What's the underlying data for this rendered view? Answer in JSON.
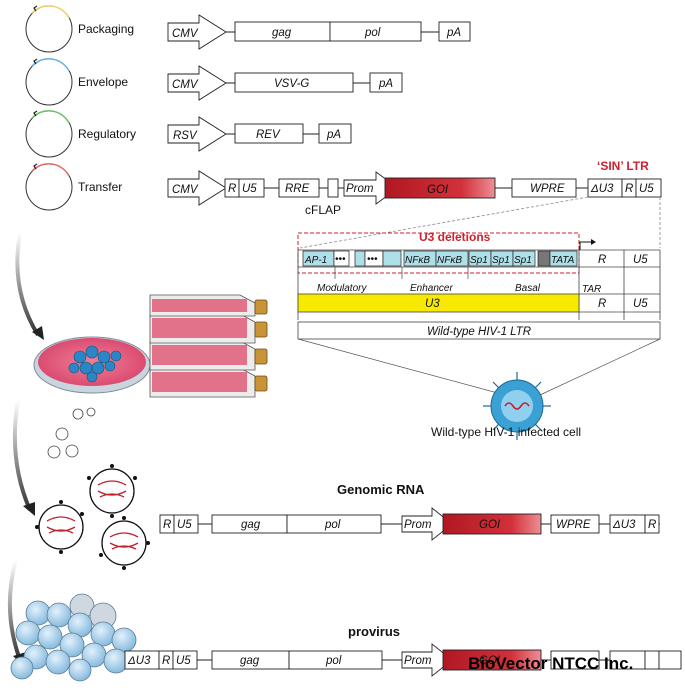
{
  "plasmids": [
    {
      "name": "Packaging",
      "color": "#f2d26b"
    },
    {
      "name": "Envelope",
      "color": "#6cb3e6"
    },
    {
      "name": "Regulatory",
      "color": "#6cc36c"
    },
    {
      "name": "Transfer",
      "color": "#e66c6c"
    }
  ],
  "constructs": {
    "packaging": {
      "cmv": "CMV",
      "gag": "gag",
      "pol": "pol",
      "pa": "pA"
    },
    "envelope": {
      "cmv": "CMV",
      "vsvg": "VSV-G",
      "pa": "pA"
    },
    "regulatory": {
      "rsv": "RSV",
      "rev": "REV",
      "pa": "pA"
    },
    "transfer": {
      "cmv": "CMV",
      "r": "R",
      "u5": "U5",
      "rre": "RRE",
      "prom": "Prom",
      "goi": "GOI",
      "wpre": "WPRE",
      "du3": "ΔU3",
      "r2": "R",
      "u5b": "U5",
      "cflap": "cFLAP"
    }
  },
  "sin_ltr": "‘SIN’ LTR",
  "ltr_detail": {
    "u3_deletions": "U3 deletions",
    "elements": [
      "AP-1",
      "•••",
      "•••",
      "NFκB",
      "NFκB",
      "Sp1",
      "Sp1",
      "Sp1",
      "TATA"
    ],
    "r": "R",
    "u5": "U5",
    "regions": [
      "Modulatory",
      "Enhancer",
      "Basal"
    ],
    "tar": "TAR",
    "u3": "U3",
    "r2": "R",
    "u5b": "U5",
    "wt_ltr": "Wild-type HIV-1 LTR",
    "infected_cell": "Wild-type HIV-1 infected cell",
    "yellow": "#f7ea00"
  },
  "genomic_rna": {
    "title": "Genomic RNA",
    "elements": {
      "r": "R",
      "u5": "U5",
      "gag": "gag",
      "pol": "pol",
      "prom": "Prom",
      "goi": "GOI",
      "wpre": "WPRE",
      "du3": "ΔU3",
      "r2": "R"
    }
  },
  "provirus": {
    "title": "provirus",
    "elements": {
      "du3": "ΔU3",
      "r": "R",
      "u5": "U5",
      "gag": "gag",
      "pol": "pol",
      "prom": "Prom",
      "goi": "GOI"
    }
  },
  "watermark": "BioVector NTCC Inc.",
  "colors": {
    "goi_dark": "#c3202a",
    "goi_light": "#e88080",
    "accent_red": "#d0202e"
  }
}
